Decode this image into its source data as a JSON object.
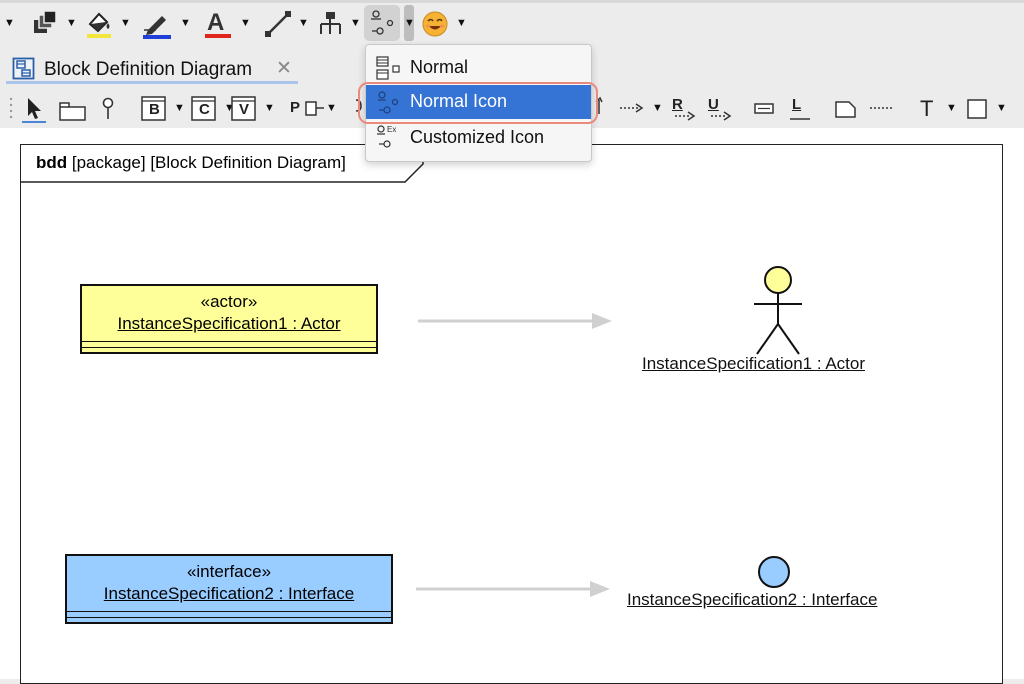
{
  "tab": {
    "label": "Block Definition Diagram",
    "close_glyph": "✕"
  },
  "palette": {
    "part_prefix": "P",
    "realization_label": "R",
    "usage_label": "U",
    "link_label": "L",
    "text_tool": "T",
    "block_tools": [
      "B",
      "C",
      "V"
    ]
  },
  "icons": {
    "top_toolbar": [
      "dropdown-caret-icon",
      "bring-to-front-icon",
      "fill-color-icon",
      "pen-color-icon",
      "font-color-icon",
      "path-style-icon",
      "tree-layout-icon",
      "display-mode-icon",
      "emoji-icon"
    ],
    "palette": [
      "pointer-icon",
      "package-icon",
      "pin-icon",
      "block-icon",
      "constraint-block-icon",
      "value-type-icon",
      "part-property-icon",
      "dependency-icon",
      "realization-icon",
      "usage-icon",
      "text-box-icon",
      "link-icon",
      "note-icon",
      "separator-icon",
      "text-icon",
      "rectangle-icon"
    ]
  },
  "colors": {
    "fill_swatch": "#f2e63a",
    "pen_swatch": "#1f3fd6",
    "font_swatch": "#e0251b",
    "actor_fill": "#ffff99",
    "interface_fill": "#99ccff",
    "menu_selected": "#3574d4",
    "highlight_ring": "#e98a7c"
  },
  "diagram": {
    "frame_kind": "bdd",
    "frame_rest": " [package] [Block Definition Diagram]",
    "actor_box": {
      "stereotype": "«actor»",
      "name": "InstanceSpecification1 : Actor"
    },
    "actor_icon_label": "InstanceSpecification1 : Actor",
    "interface_box": {
      "stereotype": "«interface»",
      "name": "InstanceSpecification2 : Interface"
    },
    "interface_icon_label": "InstanceSpecification2 : Interface"
  },
  "menu": {
    "items": [
      {
        "label": "Normal",
        "icon": "normal-display-icon",
        "selected": false
      },
      {
        "label": "Normal Icon",
        "icon": "normal-icon-display-icon",
        "selected": true
      },
      {
        "label": "Customized Icon",
        "icon": "customized-icon-display-icon",
        "selected": false
      }
    ]
  }
}
